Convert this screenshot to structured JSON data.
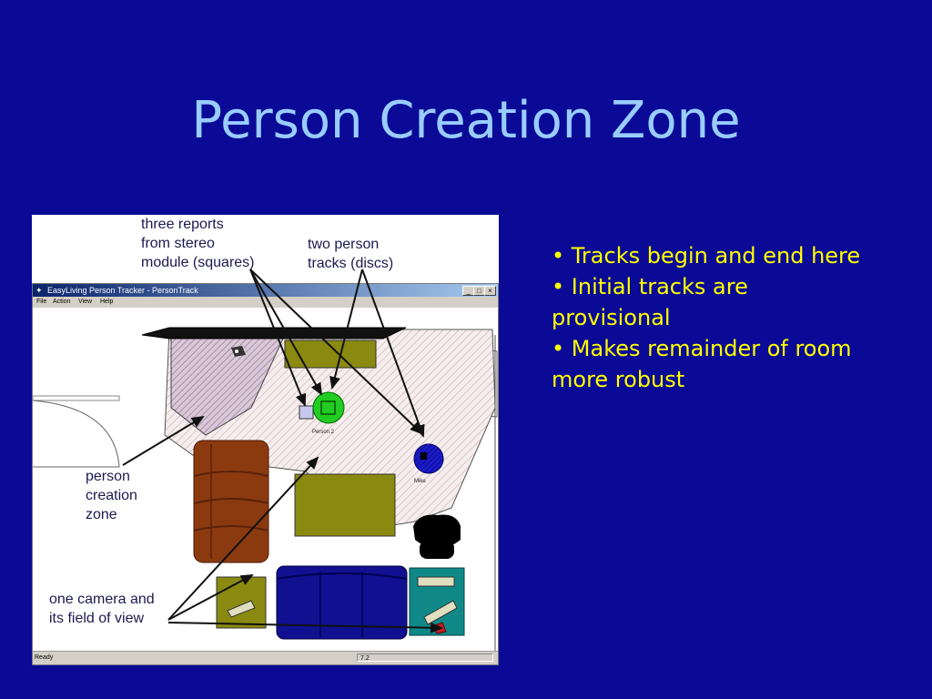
{
  "slide": {
    "title": "Person Creation Zone",
    "bullets": [
      "• Tracks begin and end here",
      "• Initial tracks are provisional",
      "• Makes remainder of room more robust"
    ]
  },
  "annotations": {
    "three_reports": [
      "three reports",
      "from stereo",
      "module (squares)"
    ],
    "two_person": [
      "two person",
      "tracks (discs)"
    ],
    "person_zone": [
      "person",
      "creation",
      "zone"
    ],
    "camera": [
      "one camera and",
      "its field of view"
    ]
  },
  "window": {
    "title": "EasyLiving Person Tracker - PersonTrack",
    "menu": [
      "File",
      "Action",
      "View",
      "Help"
    ],
    "status_left": "Ready",
    "status_right": "7.2",
    "min_label": "_",
    "max_label": "□",
    "close_label": "×",
    "track_labels": {
      "person2": "Person 2",
      "mike": "Mike"
    }
  },
  "colors": {
    "slide_bg": "#0a0a96",
    "title": "#99ccff",
    "bullets": "#ffff00",
    "track_green": "#22cc22",
    "track_blue": "#1a1ac8",
    "sofa_brown": "#8b3a10",
    "table_olive": "#8a8a10",
    "couch_navy": "#101090",
    "teal": "#108888"
  }
}
